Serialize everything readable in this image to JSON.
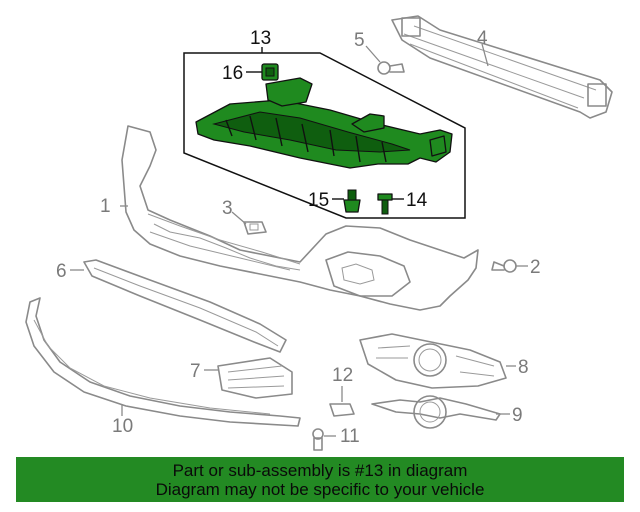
{
  "callouts": {
    "c1": "1",
    "c2": "2",
    "c3": "3",
    "c4": "4",
    "c5": "5",
    "c6": "6",
    "c7": "7",
    "c8": "8",
    "c9": "9",
    "c10": "10",
    "c11": "11",
    "c12": "12",
    "c13": "13",
    "c14": "14",
    "c15": "15",
    "c16": "16"
  },
  "highlighted_part": "13",
  "colors": {
    "highlight": "#238a23",
    "highlight_dark": "#0f5e0f",
    "line_art": "#8a8a8a"
  },
  "footer": {
    "line1": "Part or sub-assembly is #13 in diagram",
    "line2": "Diagram may not be specific to your vehicle"
  }
}
